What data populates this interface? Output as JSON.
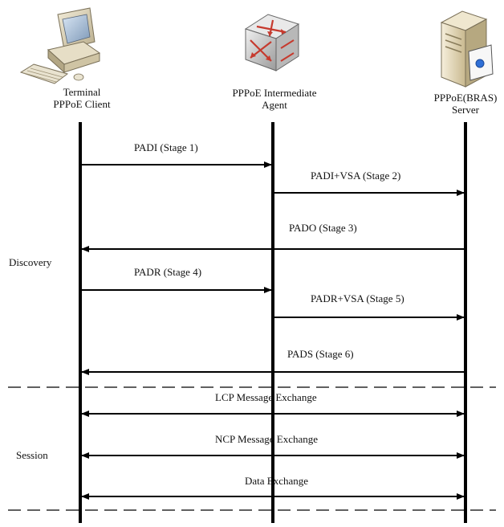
{
  "entities": {
    "client": {
      "line1": "Terminal",
      "line2": "PPPoE Client"
    },
    "agent": {
      "line1": "PPPoE Intermediate",
      "line2": "Agent"
    },
    "server": {
      "line1": "PPPoE(BRAS)",
      "line2": "Server"
    }
  },
  "phases": {
    "discovery": "Discovery",
    "session": "Session"
  },
  "messages": [
    {
      "id": "padi",
      "label": "PADI (Stage 1)",
      "from": "client",
      "to": "agent"
    },
    {
      "id": "padi-vsa",
      "label": "PADI+VSA (Stage 2)",
      "from": "agent",
      "to": "server"
    },
    {
      "id": "pado",
      "label": "PADO (Stage 3)",
      "from": "server",
      "to": "client"
    },
    {
      "id": "padr",
      "label": "PADR (Stage 4)",
      "from": "client",
      "to": "agent"
    },
    {
      "id": "padr-vsa",
      "label": "PADR+VSA (Stage 5)",
      "from": "agent",
      "to": "server"
    },
    {
      "id": "pads",
      "label": "PADS (Stage 6)",
      "from": "server",
      "to": "client"
    },
    {
      "id": "lcp",
      "label": "LCP Message Exchange",
      "from": "client",
      "to": "server",
      "bidirectional": true
    },
    {
      "id": "ncp",
      "label": "NCP Message Exchange",
      "from": "client",
      "to": "server",
      "bidirectional": true
    },
    {
      "id": "data",
      "label": "Data Exchange",
      "from": "client",
      "to": "server",
      "bidirectional": true
    }
  ],
  "icons": {
    "client": "desktop-computer-icon",
    "agent": "router-switch-icon",
    "server": "server-tower-icon"
  }
}
